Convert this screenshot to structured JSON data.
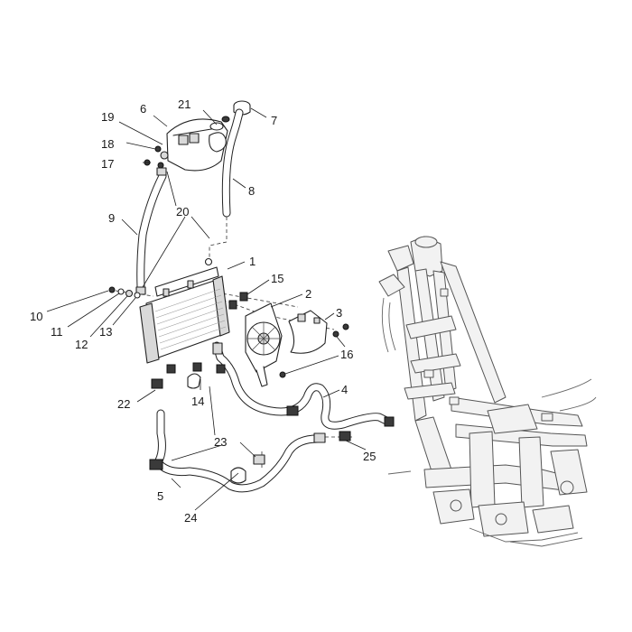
{
  "callouts": [
    {
      "id": "1",
      "label": "1"
    },
    {
      "id": "2",
      "label": "2"
    },
    {
      "id": "3",
      "label": "3"
    },
    {
      "id": "4",
      "label": "4"
    },
    {
      "id": "5",
      "label": "5"
    },
    {
      "id": "6",
      "label": "6"
    },
    {
      "id": "7",
      "label": "7"
    },
    {
      "id": "8",
      "label": "8"
    },
    {
      "id": "9",
      "label": "9"
    },
    {
      "id": "10",
      "label": "10"
    },
    {
      "id": "11",
      "label": "11"
    },
    {
      "id": "12",
      "label": "12"
    },
    {
      "id": "13",
      "label": "13"
    },
    {
      "id": "14",
      "label": "14"
    },
    {
      "id": "15",
      "label": "15"
    },
    {
      "id": "16",
      "label": "16"
    },
    {
      "id": "17",
      "label": "17"
    },
    {
      "id": "18",
      "label": "18"
    },
    {
      "id": "19",
      "label": "19"
    },
    {
      "id": "20",
      "label": "20"
    },
    {
      "id": "21",
      "label": "21"
    },
    {
      "id": "22",
      "label": "22"
    },
    {
      "id": "23",
      "label": "23"
    },
    {
      "id": "24",
      "label": "24"
    },
    {
      "id": "25",
      "label": "25"
    }
  ],
  "colors": {
    "line": "#222222",
    "frame_fill": "#f2f2f2",
    "background": "#ffffff"
  }
}
